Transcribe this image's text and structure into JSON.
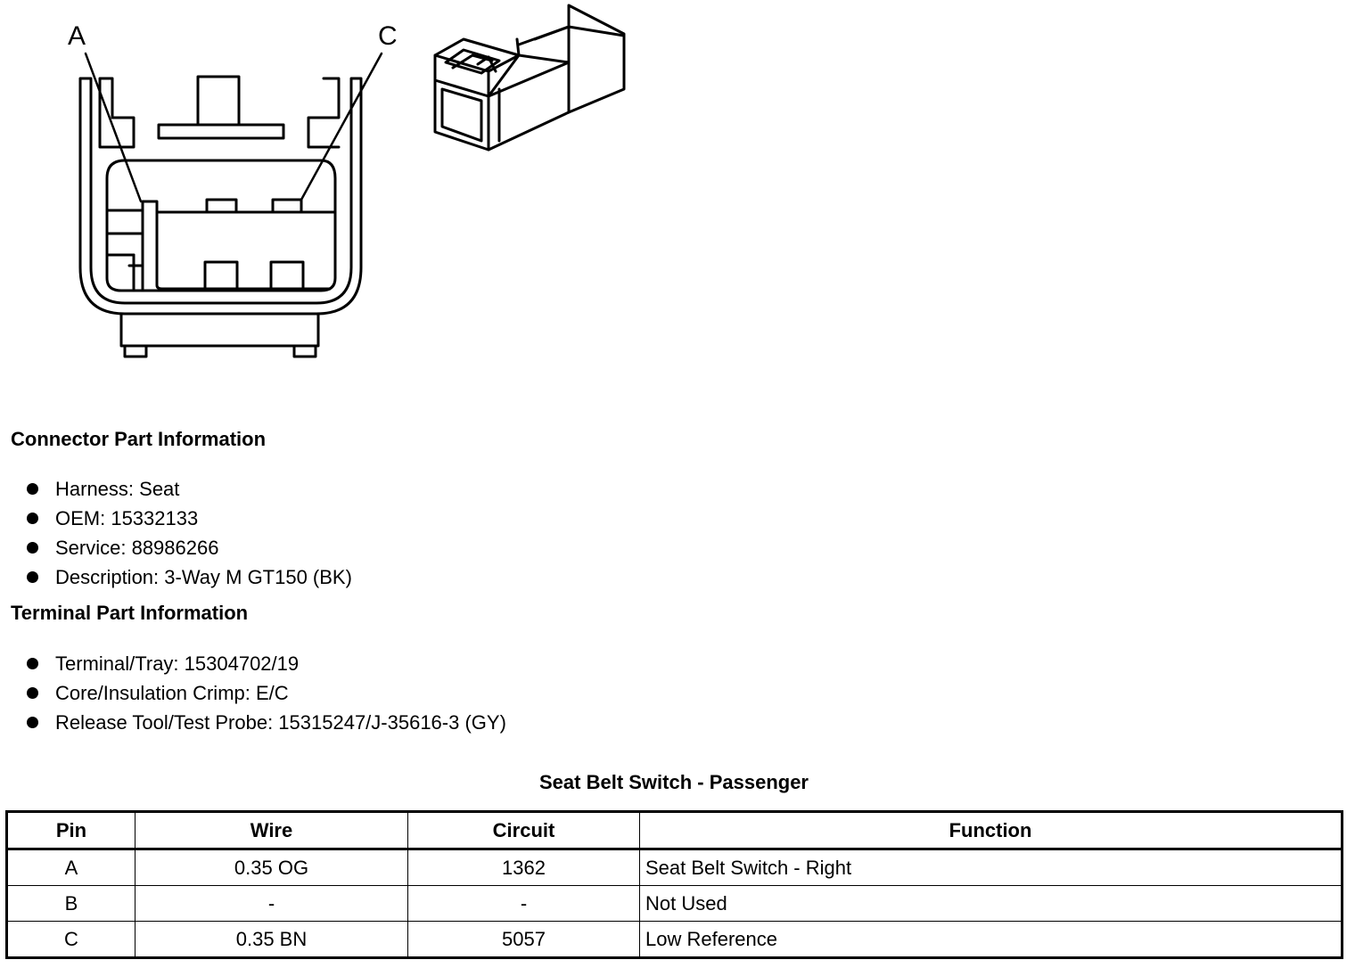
{
  "diagram": {
    "pin_labels": [
      "A",
      "C"
    ]
  },
  "connector_info": {
    "heading": "Connector Part Information",
    "items": [
      "Harness: Seat",
      "OEM: 15332133",
      "Service: 88986266",
      "Description: 3-Way M GT150 (BK)"
    ]
  },
  "terminal_info": {
    "heading": "Terminal Part Information",
    "items": [
      "Terminal/Tray: 15304702/19",
      "Core/Insulation Crimp: E/C",
      "Release Tool/Test Probe: 15315247/J-35616-3 (GY)"
    ]
  },
  "table": {
    "title": "Seat Belt Switch - Passenger",
    "headers": [
      "Pin",
      "Wire",
      "Circuit",
      "Function"
    ],
    "rows": [
      [
        "A",
        "0.35 OG",
        "1362",
        "Seat Belt Switch - Right"
      ],
      [
        "B",
        "-",
        "-",
        "Not Used"
      ],
      [
        "C",
        "0.35 BN",
        "5057",
        "Low Reference"
      ]
    ]
  }
}
